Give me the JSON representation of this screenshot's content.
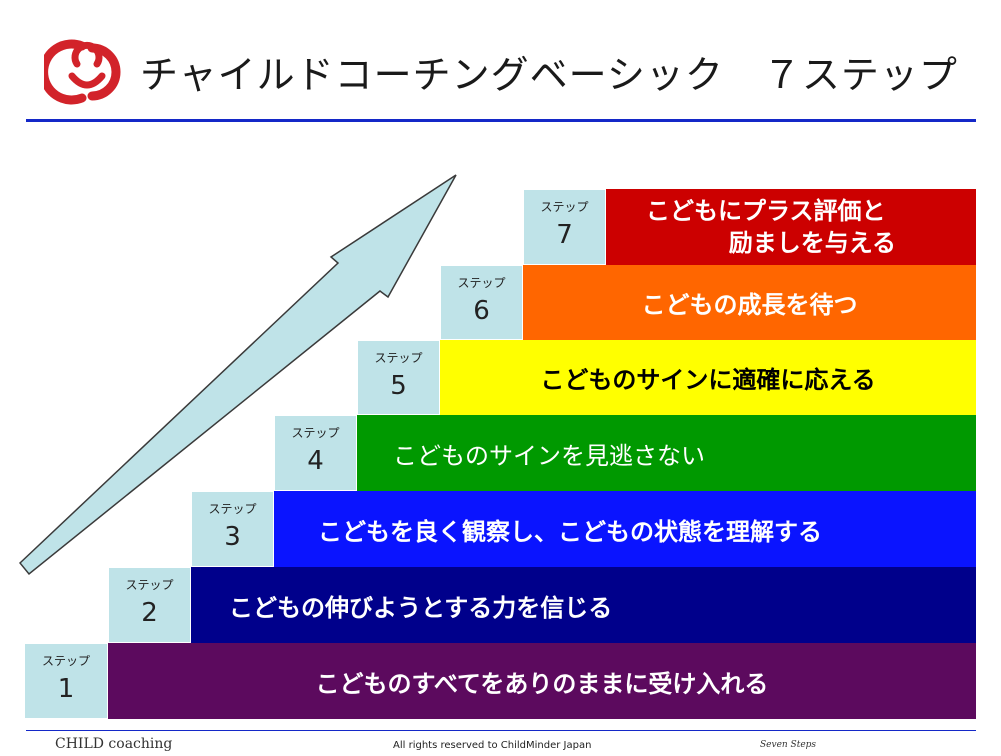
{
  "header": {
    "title": "チャイルドコーチングベーシック　７ステップ"
  },
  "colors": {
    "accent_rule": "#1428c8",
    "logo": "#d2232a",
    "step_box": "#bfe3e8",
    "arrow": "#bfe3e8"
  },
  "steps": [
    {
      "label": "ステップ",
      "number": "1",
      "text": "こどものすべてをありのままに受け入れる",
      "color": "#5c0a5e",
      "text_color": "#ffffff"
    },
    {
      "label": "ステップ",
      "number": "2",
      "text": "こどもの伸びようとする力を信じる",
      "color": "#00008b",
      "text_color": "#ffffff"
    },
    {
      "label": "ステップ",
      "number": "3",
      "text": "こどもを良く観察し、こどもの状態を理解する",
      "color": "#0a14ff",
      "text_color": "#ffffff"
    },
    {
      "label": "ステップ",
      "number": "4",
      "text": "こどものサインを見逃さない",
      "color": "#009900",
      "text_color": "#ffffff"
    },
    {
      "label": "ステップ",
      "number": "5",
      "text": "こどものサインに適確に応える",
      "color": "#ffff00",
      "text_color": "#000000"
    },
    {
      "label": "ステップ",
      "number": "6",
      "text": "こどもの成長を待つ",
      "color": "#ff6600",
      "text_color": "#ffffff"
    },
    {
      "label": "ステップ",
      "number": "7",
      "text_line1": "こどもにプラス評価と",
      "text_line2": "励ましを与える",
      "color": "#cc0000",
      "text_color": "#ffffff"
    }
  ],
  "footer": {
    "left": "CHILD  coaching",
    "center": "All rights reserved  to ChildMinder  Japan",
    "right": "Seven Steps"
  }
}
